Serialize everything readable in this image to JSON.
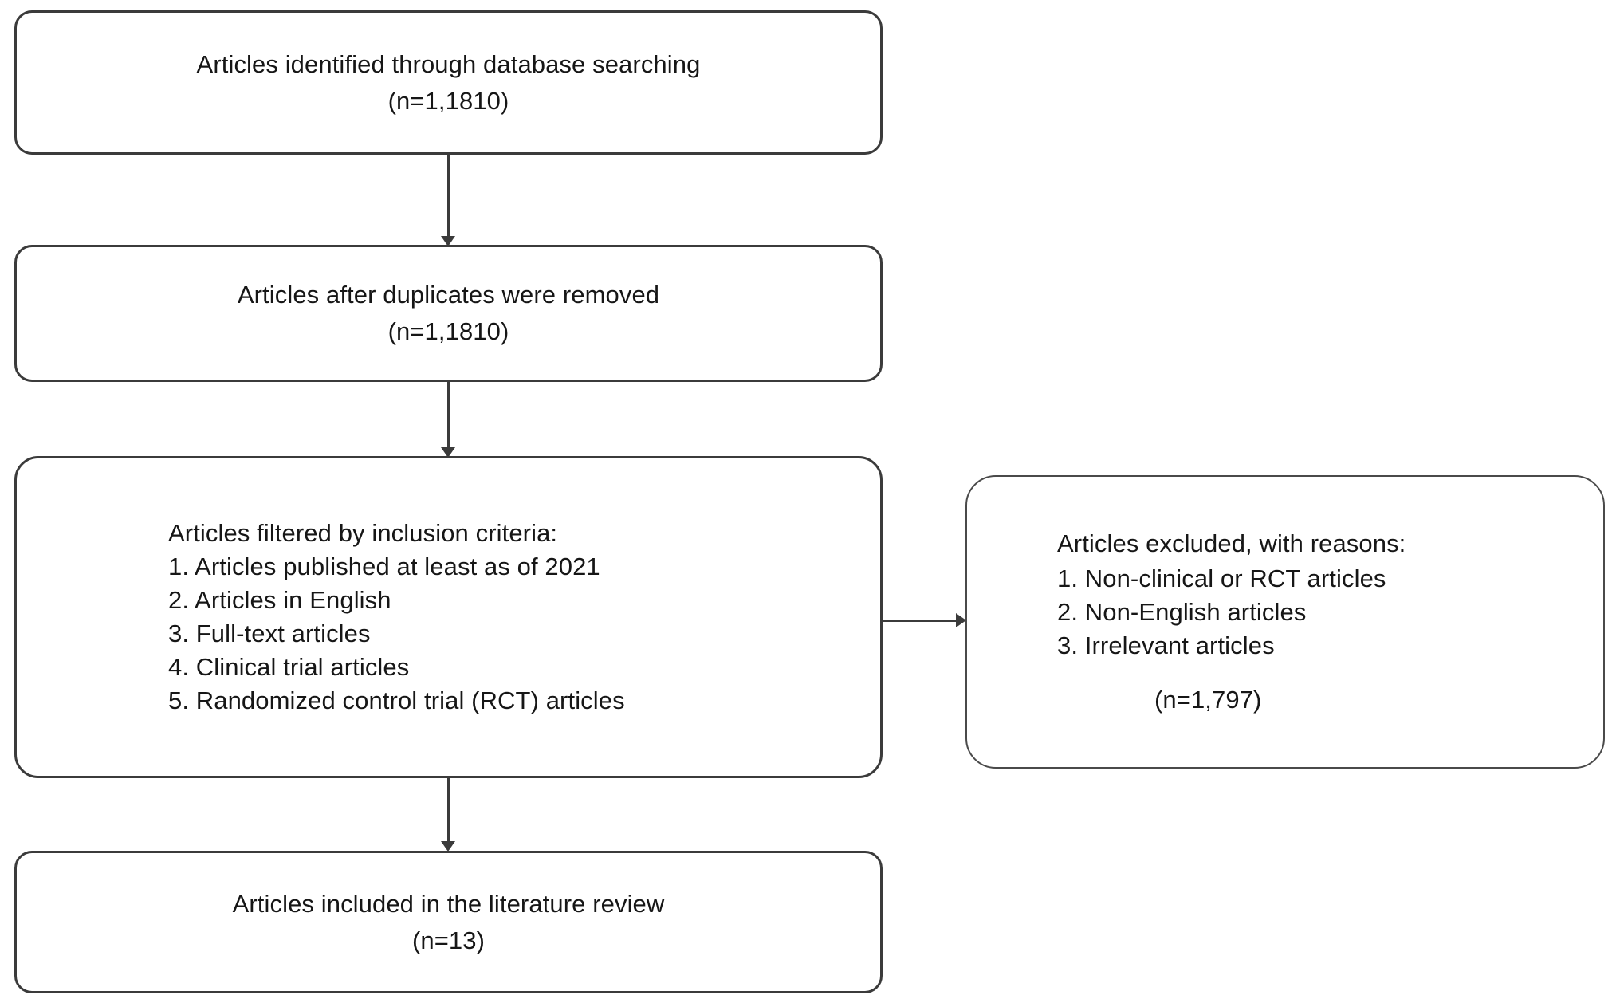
{
  "diagram": {
    "type": "prisma-flow-diagram",
    "boxes": {
      "identified": {
        "title": "Articles identified through database searching",
        "count": "(n=1,1810)"
      },
      "deduplicated": {
        "title": "Articles after duplicates were removed",
        "count": "(n=1,1810)"
      },
      "filtered": {
        "heading": "Articles filtered by inclusion criteria:",
        "criteria": [
          "1. Articles published at least as of 2021",
          "2. Articles in English",
          "3. Full-text articles",
          "4. Clinical trial articles",
          "5. Randomized control trial (RCT) articles"
        ]
      },
      "excluded": {
        "heading": "Articles excluded, with reasons:",
        "reasons": [
          "1. Non-clinical or RCT articles",
          "2. Non-English articles",
          "3. Irrelevant articles"
        ],
        "count": "(n=1,797)"
      },
      "included": {
        "title": "Articles included in the literature review",
        "count": "(n=13)"
      }
    },
    "colors": {
      "border": "#3b3b3b",
      "text": "#161616",
      "background": "#ffffff"
    }
  }
}
